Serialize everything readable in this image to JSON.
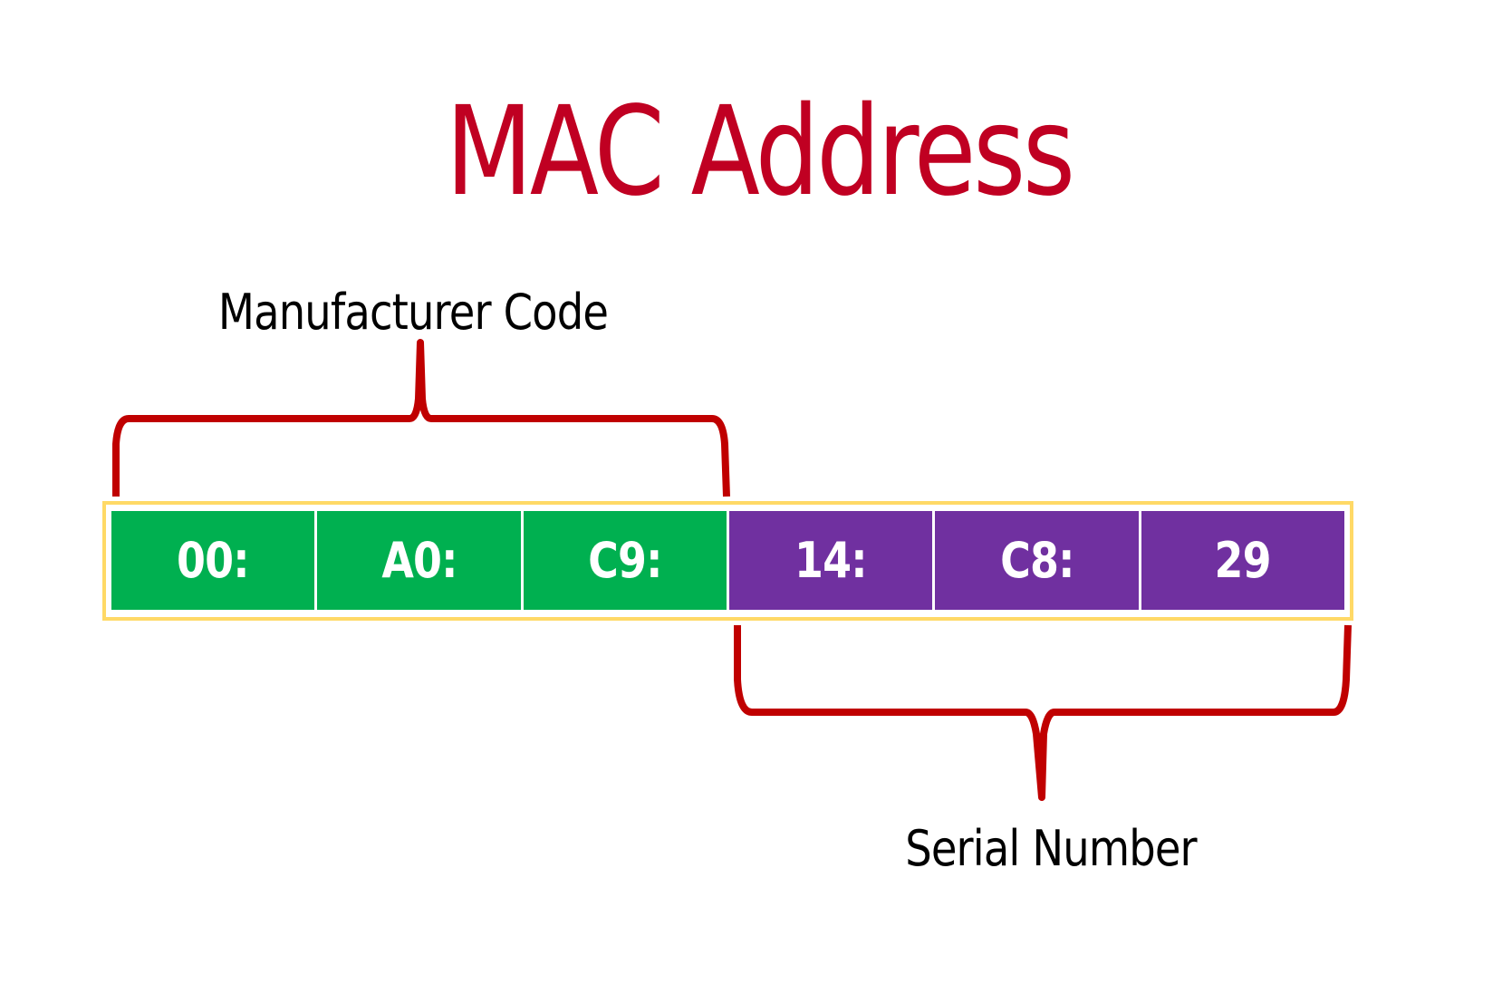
{
  "title": "MAC Address",
  "colors": {
    "title": "#c00022",
    "brace": "#c00000",
    "frame": "#ffd966",
    "manufacturer": "#00b050",
    "serial": "#7030a0"
  },
  "groups": {
    "manufacturer": {
      "label": "Manufacturer Code",
      "octets": [
        "00:",
        "A0:",
        "C9:"
      ]
    },
    "serial": {
      "label": "Serial Number",
      "octets": [
        "14:",
        "C8:",
        "29"
      ]
    }
  }
}
